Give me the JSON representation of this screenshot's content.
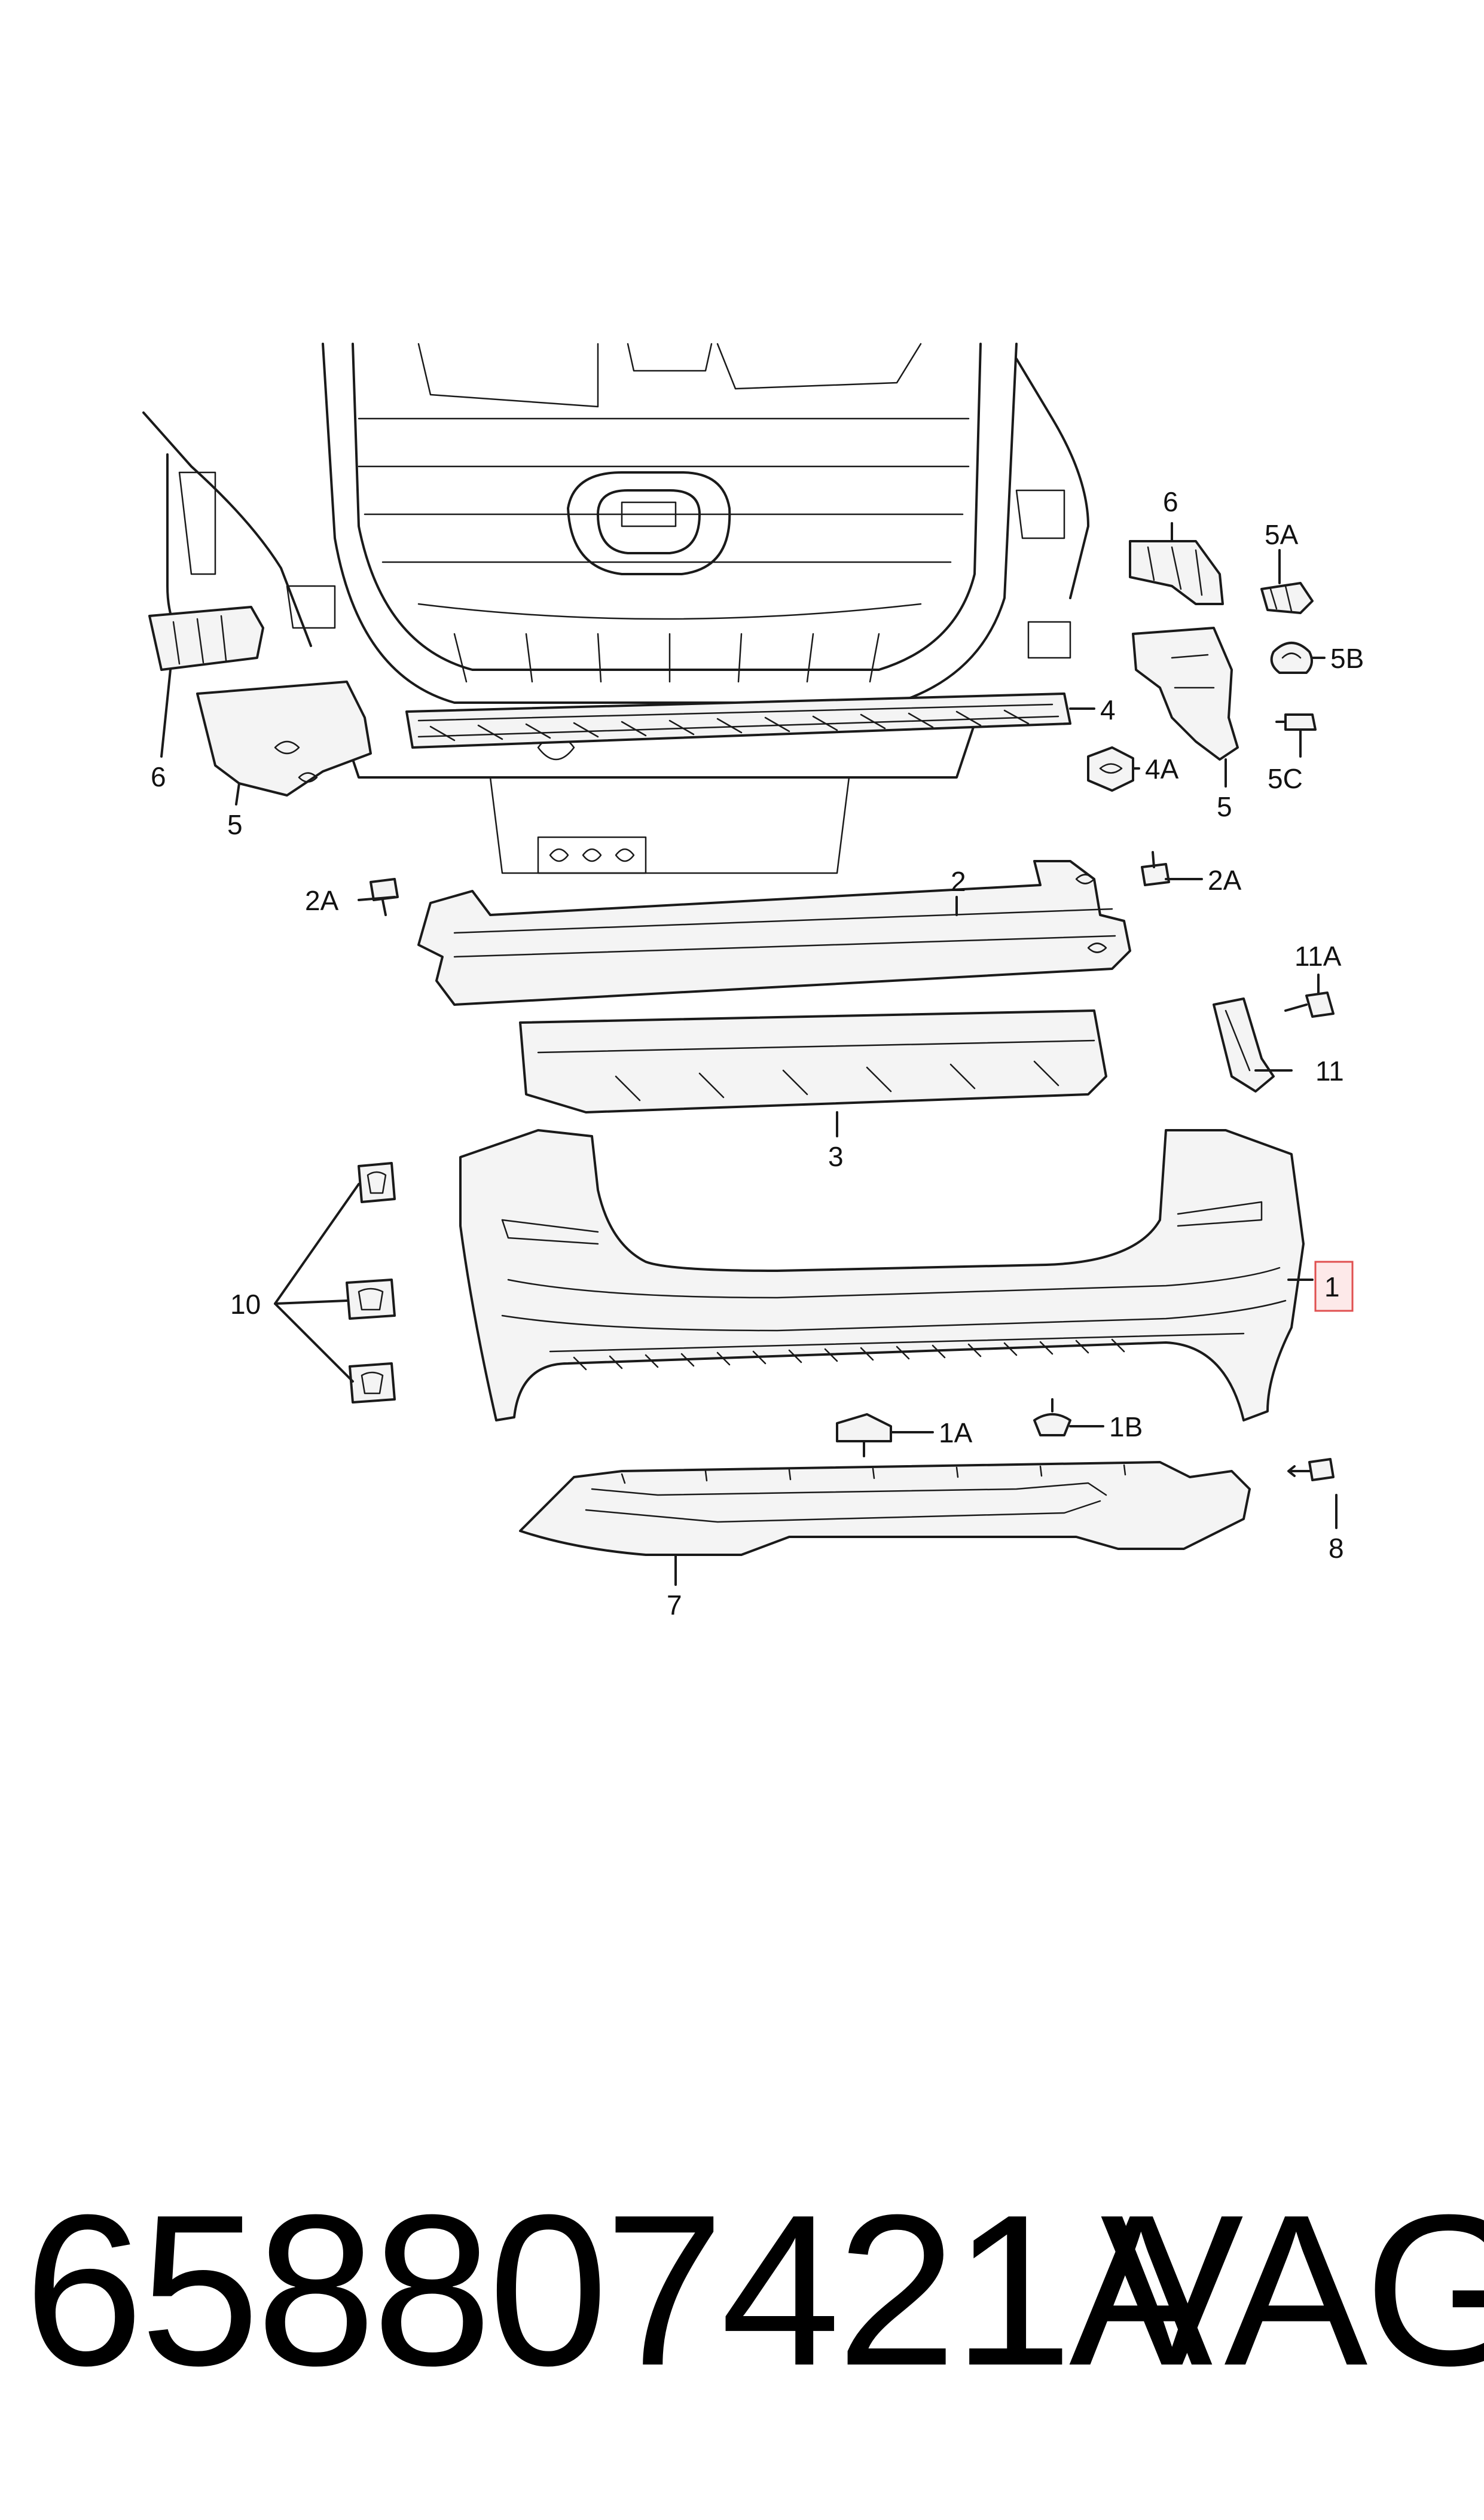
{
  "diagram": {
    "callouts": [
      {
        "id": "c1",
        "text": "1"
      },
      {
        "id": "c1A",
        "text": "1A"
      },
      {
        "id": "c1B",
        "text": "1B"
      },
      {
        "id": "c2",
        "text": "2"
      },
      {
        "id": "c2A_left",
        "text": "2A"
      },
      {
        "id": "c2A_right",
        "text": "2A"
      },
      {
        "id": "c3",
        "text": "3"
      },
      {
        "id": "c4",
        "text": "4"
      },
      {
        "id": "c4A",
        "text": "4A"
      },
      {
        "id": "c5_left",
        "text": "5"
      },
      {
        "id": "c5_right",
        "text": "5"
      },
      {
        "id": "c5A",
        "text": "5A"
      },
      {
        "id": "c5B",
        "text": "5B"
      },
      {
        "id": "c5C",
        "text": "5C"
      },
      {
        "id": "c6_left",
        "text": "6"
      },
      {
        "id": "c6_right",
        "text": "6"
      },
      {
        "id": "c7",
        "text": "7"
      },
      {
        "id": "c8",
        "text": "8"
      },
      {
        "id": "c10",
        "text": "10"
      },
      {
        "id": "c11",
        "text": "11"
      },
      {
        "id": "c11A",
        "text": "11A"
      }
    ],
    "highlight_color": "#e05050"
  },
  "caption": {
    "part_number": "658807421A",
    "brand": "VAG"
  }
}
